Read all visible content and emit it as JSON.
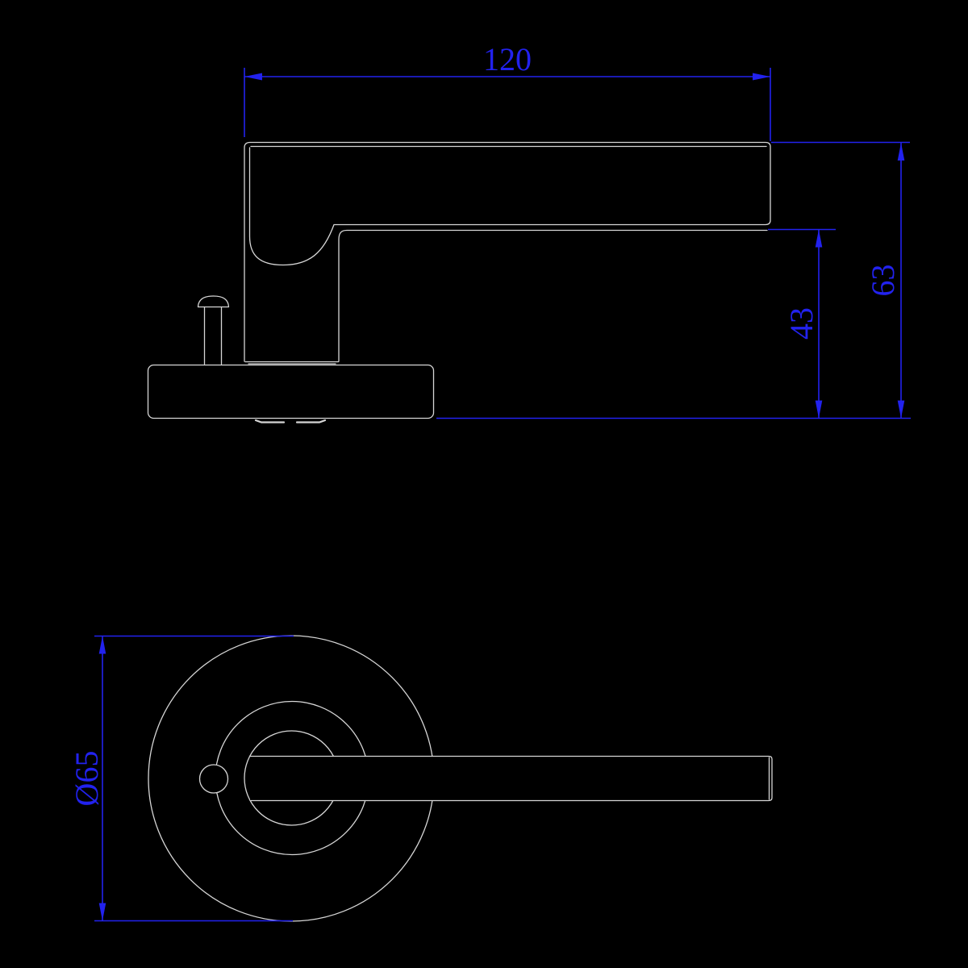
{
  "colors": {
    "background": "#000000",
    "geometry_line": "#d6d6d6",
    "dimension_line": "#2222ee"
  },
  "dimensions": {
    "lever_length": "120",
    "total_projection": "63",
    "grip_clearance": "43",
    "rose_diameter": "Ø65"
  }
}
